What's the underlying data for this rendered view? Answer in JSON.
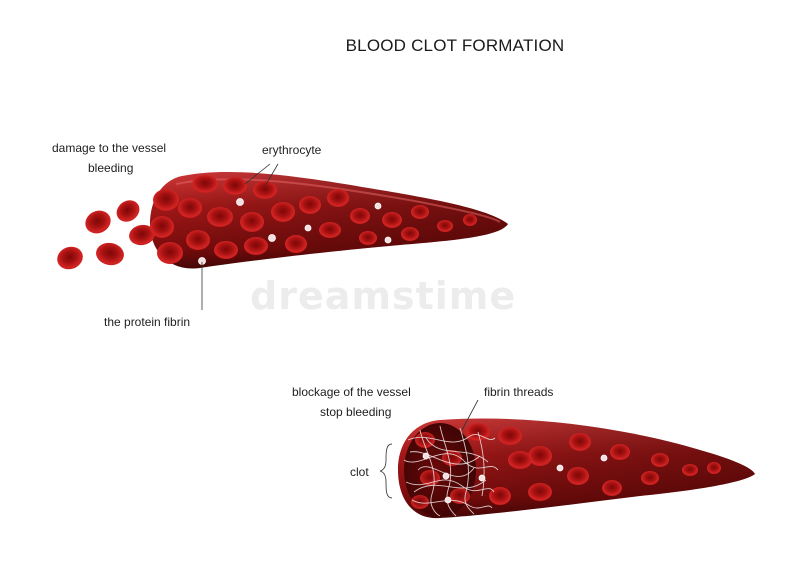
{
  "title": "BLOOD CLOT FORMATION",
  "labels": {
    "damage_line1": "damage to the vessel",
    "damage_line2": "bleeding",
    "erythrocyte": "erythrocyte",
    "fibrin_protein": "the protein fibrin",
    "blockage_line1": "blockage of the vessel",
    "blockage_line2": "stop bleeding",
    "fibrin_threads": "fibrin threads",
    "clot": "clot"
  },
  "watermark": "dreamstime",
  "colors": {
    "vessel_dark": "#5a0a0a",
    "vessel_mid": "#a51818",
    "cell": "#c21a1a",
    "cell_center": "#7a0606",
    "platelet": "#f3dede"
  }
}
